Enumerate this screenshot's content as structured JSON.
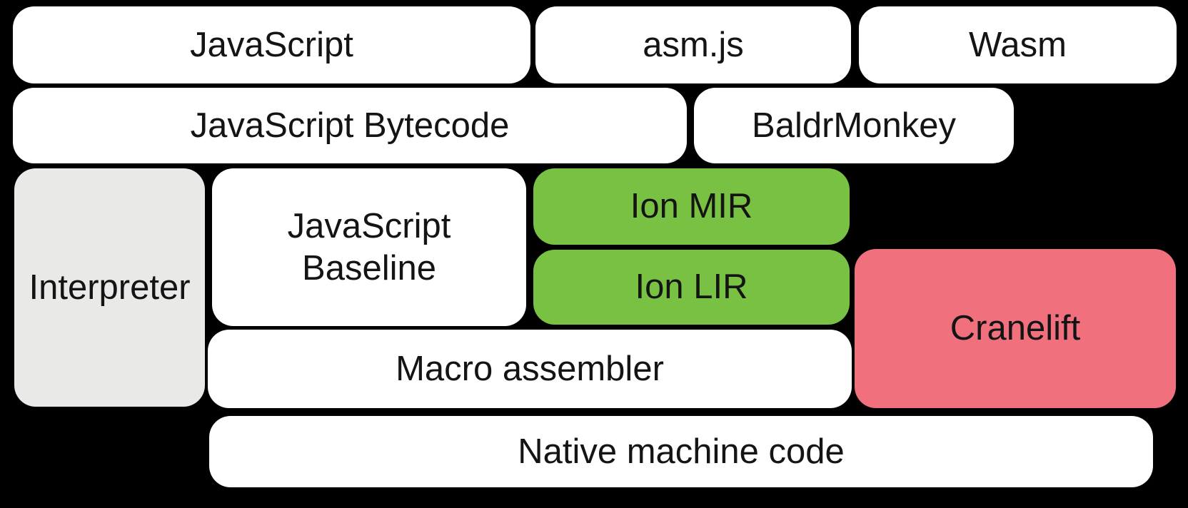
{
  "diagram": {
    "background_color": "#000000",
    "text_color": "#141414",
    "colors": {
      "white_box": "#ffffff",
      "gray_box": "#e9e9e8",
      "green_box": "#79c143",
      "pink_box": "#f0707e"
    },
    "boxes": [
      {
        "id": "javascript",
        "label": "JavaScript",
        "color": "#ffffff"
      },
      {
        "id": "asmjs",
        "label": "asm.js",
        "color": "#ffffff"
      },
      {
        "id": "wasm",
        "label": "Wasm",
        "color": "#ffffff"
      },
      {
        "id": "javascript-bytecode",
        "label": "JavaScript Bytecode",
        "color": "#ffffff"
      },
      {
        "id": "baldrmonkey",
        "label": "BaldrMonkey",
        "color": "#ffffff"
      },
      {
        "id": "interpreter",
        "label": "Interpreter",
        "color": "#e9e9e8"
      },
      {
        "id": "javascript-baseline",
        "label": "JavaScript Baseline",
        "color": "#ffffff"
      },
      {
        "id": "ion-mir",
        "label": "Ion MIR",
        "color": "#79c143"
      },
      {
        "id": "ion-lir",
        "label": "Ion LIR",
        "color": "#79c143"
      },
      {
        "id": "cranelift",
        "label": "Cranelift",
        "color": "#f0707e"
      },
      {
        "id": "macro-assembler",
        "label": "Macro assembler",
        "color": "#ffffff"
      },
      {
        "id": "native-machine-code",
        "label": "Native machine code",
        "color": "#ffffff"
      }
    ]
  }
}
